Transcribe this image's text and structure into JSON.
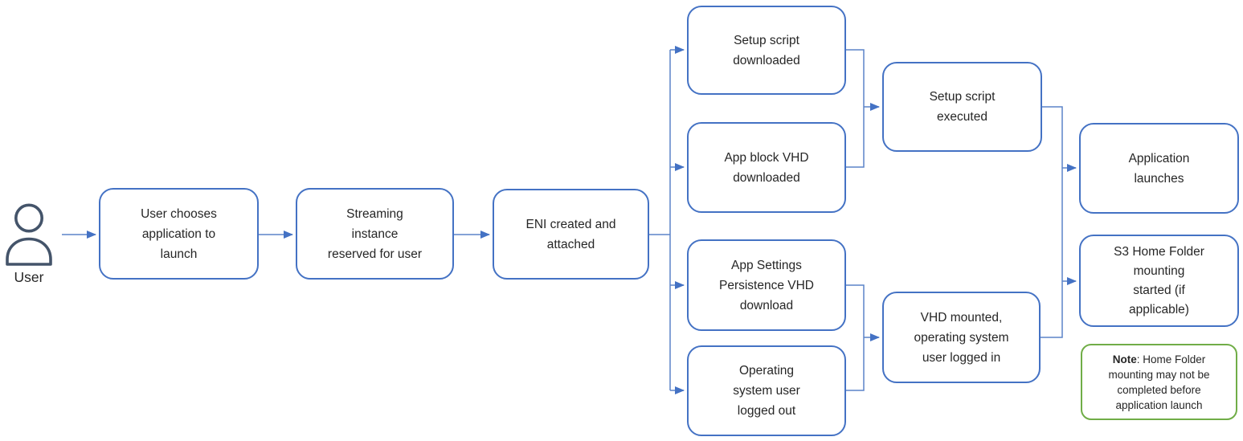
{
  "diagram_type": "flowchart",
  "colors": {
    "node_border": "#4472c4",
    "connector": "#5b84c8",
    "arrowhead": "#4472c4",
    "note_border": "#70ad47",
    "text": "#262626",
    "user_icon_stroke": "#44546a",
    "background": "#ffffff"
  },
  "icons": {
    "user": "person-outline-icon"
  },
  "actor": {
    "label": "User"
  },
  "nodes": {
    "choose_app": {
      "label": "User chooses\napplication to\nlaunch"
    },
    "streaming_instance": {
      "label": "Streaming\ninstance\nreserved for user"
    },
    "eni_created": {
      "label": "ENI created and\nattached"
    },
    "setup_script_downloaded": {
      "label": "Setup script\ndownloaded"
    },
    "app_block_vhd_downloaded": {
      "label": "App block VHD\ndownloaded"
    },
    "app_settings_vhd_download": {
      "label": "App Settings\nPersistence VHD\ndownload"
    },
    "os_user_logged_out": {
      "label": "Operating\nsystem user\nlogged out"
    },
    "setup_script_executed": {
      "label": "Setup script\nexecuted"
    },
    "vhd_mounted": {
      "label": "VHD mounted,\noperating system\nuser logged in"
    },
    "application_launches": {
      "label": "Application\nlaunches"
    },
    "s3_home_folder": {
      "label": "S3 Home Folder\nmounting\nstarted (if\napplicable)"
    }
  },
  "note": {
    "label": "Note",
    "text": ": Home Folder\nmounting may not be\ncompleted before\napplication launch"
  }
}
